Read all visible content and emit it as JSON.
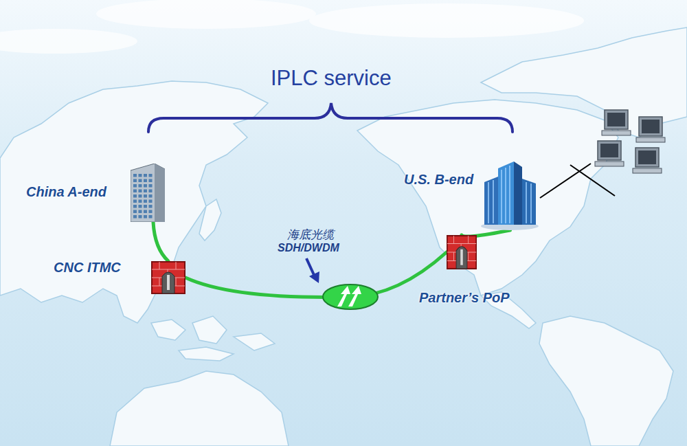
{
  "diagram": {
    "title": "IPLC service",
    "nodes": [
      {
        "text": [
          "China A-end"
        ]
      },
      {
        "text": [
          "CNC ITMC"
        ]
      },
      {
        "text": [
          "Partner’s PoP"
        ]
      },
      {
        "text": [
          "U.S. B-end"
        ]
      }
    ],
    "edges": [
      {
        "from": 0,
        "to": 1,
        "arrow": "none"
      },
      {
        "from": 1,
        "to": 2,
        "arrow": "none"
      },
      {
        "from": 2,
        "to": 3,
        "arrow": "none"
      }
    ],
    "labels": [
      "海底光缆",
      "SDH/DWDM"
    ]
  }
}
